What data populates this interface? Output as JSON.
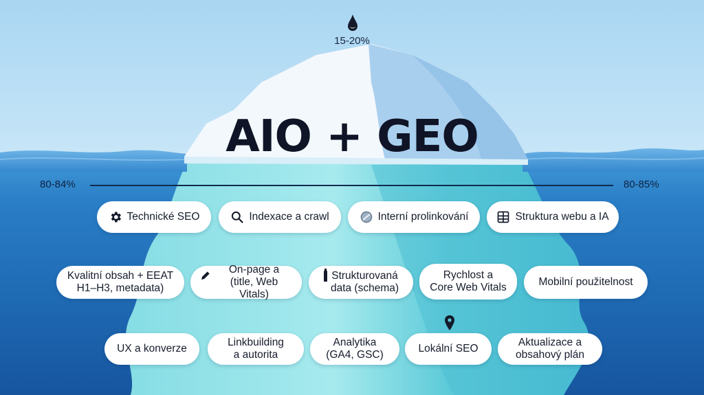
{
  "title": "AIO + GEO",
  "tip": {
    "icon": "drop-icon",
    "label": "15-20%"
  },
  "waterline": {
    "left_label": "80-84%",
    "right_label": "80-85%"
  },
  "rows": [
    [
      {
        "label": "Technické SEO",
        "icon": "gear-icon"
      },
      {
        "label": "Indexace a crawl",
        "icon": "search-icon"
      },
      {
        "label": "Interní prolinkování",
        "icon": "link-icon"
      },
      {
        "label": "Struktura webu a IA",
        "icon": "grid-icon"
      }
    ],
    [
      {
        "label": "Kvalitní obsah + EEAT\nH1–H3, metadata)"
      },
      {
        "label": "On-page a\n(title, Web Vitals)",
        "icon": "pencil-icon"
      },
      {
        "label": "Strukturovaná\ndata (schema)",
        "icon": "marker-icon"
      },
      {
        "label": "Rychlost a\nCore Web Vitals"
      },
      {
        "label": "Mobilní použitelnost"
      }
    ],
    [
      {
        "label": "UX a konverze"
      },
      {
        "label": "Linkbuilding\na autorita"
      },
      {
        "label": "Analytika\n(GA4, GSC)"
      },
      {
        "label": "Lokální SEO",
        "icon": "map-pin-icon"
      },
      {
        "label": "Aktualizace a\nobsahový plán"
      }
    ]
  ],
  "colors": {
    "sky": "#b4dcf4",
    "sea_top": "#3f97d6",
    "sea_bottom": "#17559f",
    "ice_above": "#f4f9fd",
    "ice_shade": "#9cc8ec",
    "ice_under": "#9fe6ea",
    "text_dark": "#0f1426"
  }
}
